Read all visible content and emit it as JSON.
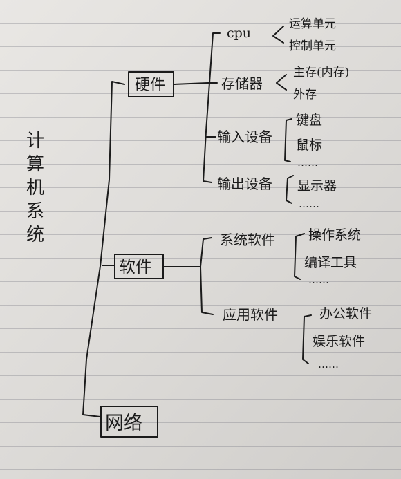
{
  "root_label": "计算机系统",
  "branches": {
    "hardware": "硬件",
    "software": "软件",
    "network": "网络"
  },
  "hardware_items": {
    "cpu": "cpu",
    "storage": "存储器",
    "input": "输入设备",
    "output": "输出设备"
  },
  "cpu_parts": [
    "运算单元",
    "控制单元"
  ],
  "storage_parts": [
    "主存(内存)",
    "外存"
  ],
  "input_parts": [
    "键盘",
    "鼠标",
    "……"
  ],
  "output_parts": [
    "显示器",
    "……"
  ],
  "software_items": {
    "system": "系统软件",
    "application": "应用软件"
  },
  "system_parts": [
    "操作系统",
    "编译工具",
    "……"
  ],
  "application_parts": [
    "办公软件",
    "娱乐软件",
    "……"
  ]
}
